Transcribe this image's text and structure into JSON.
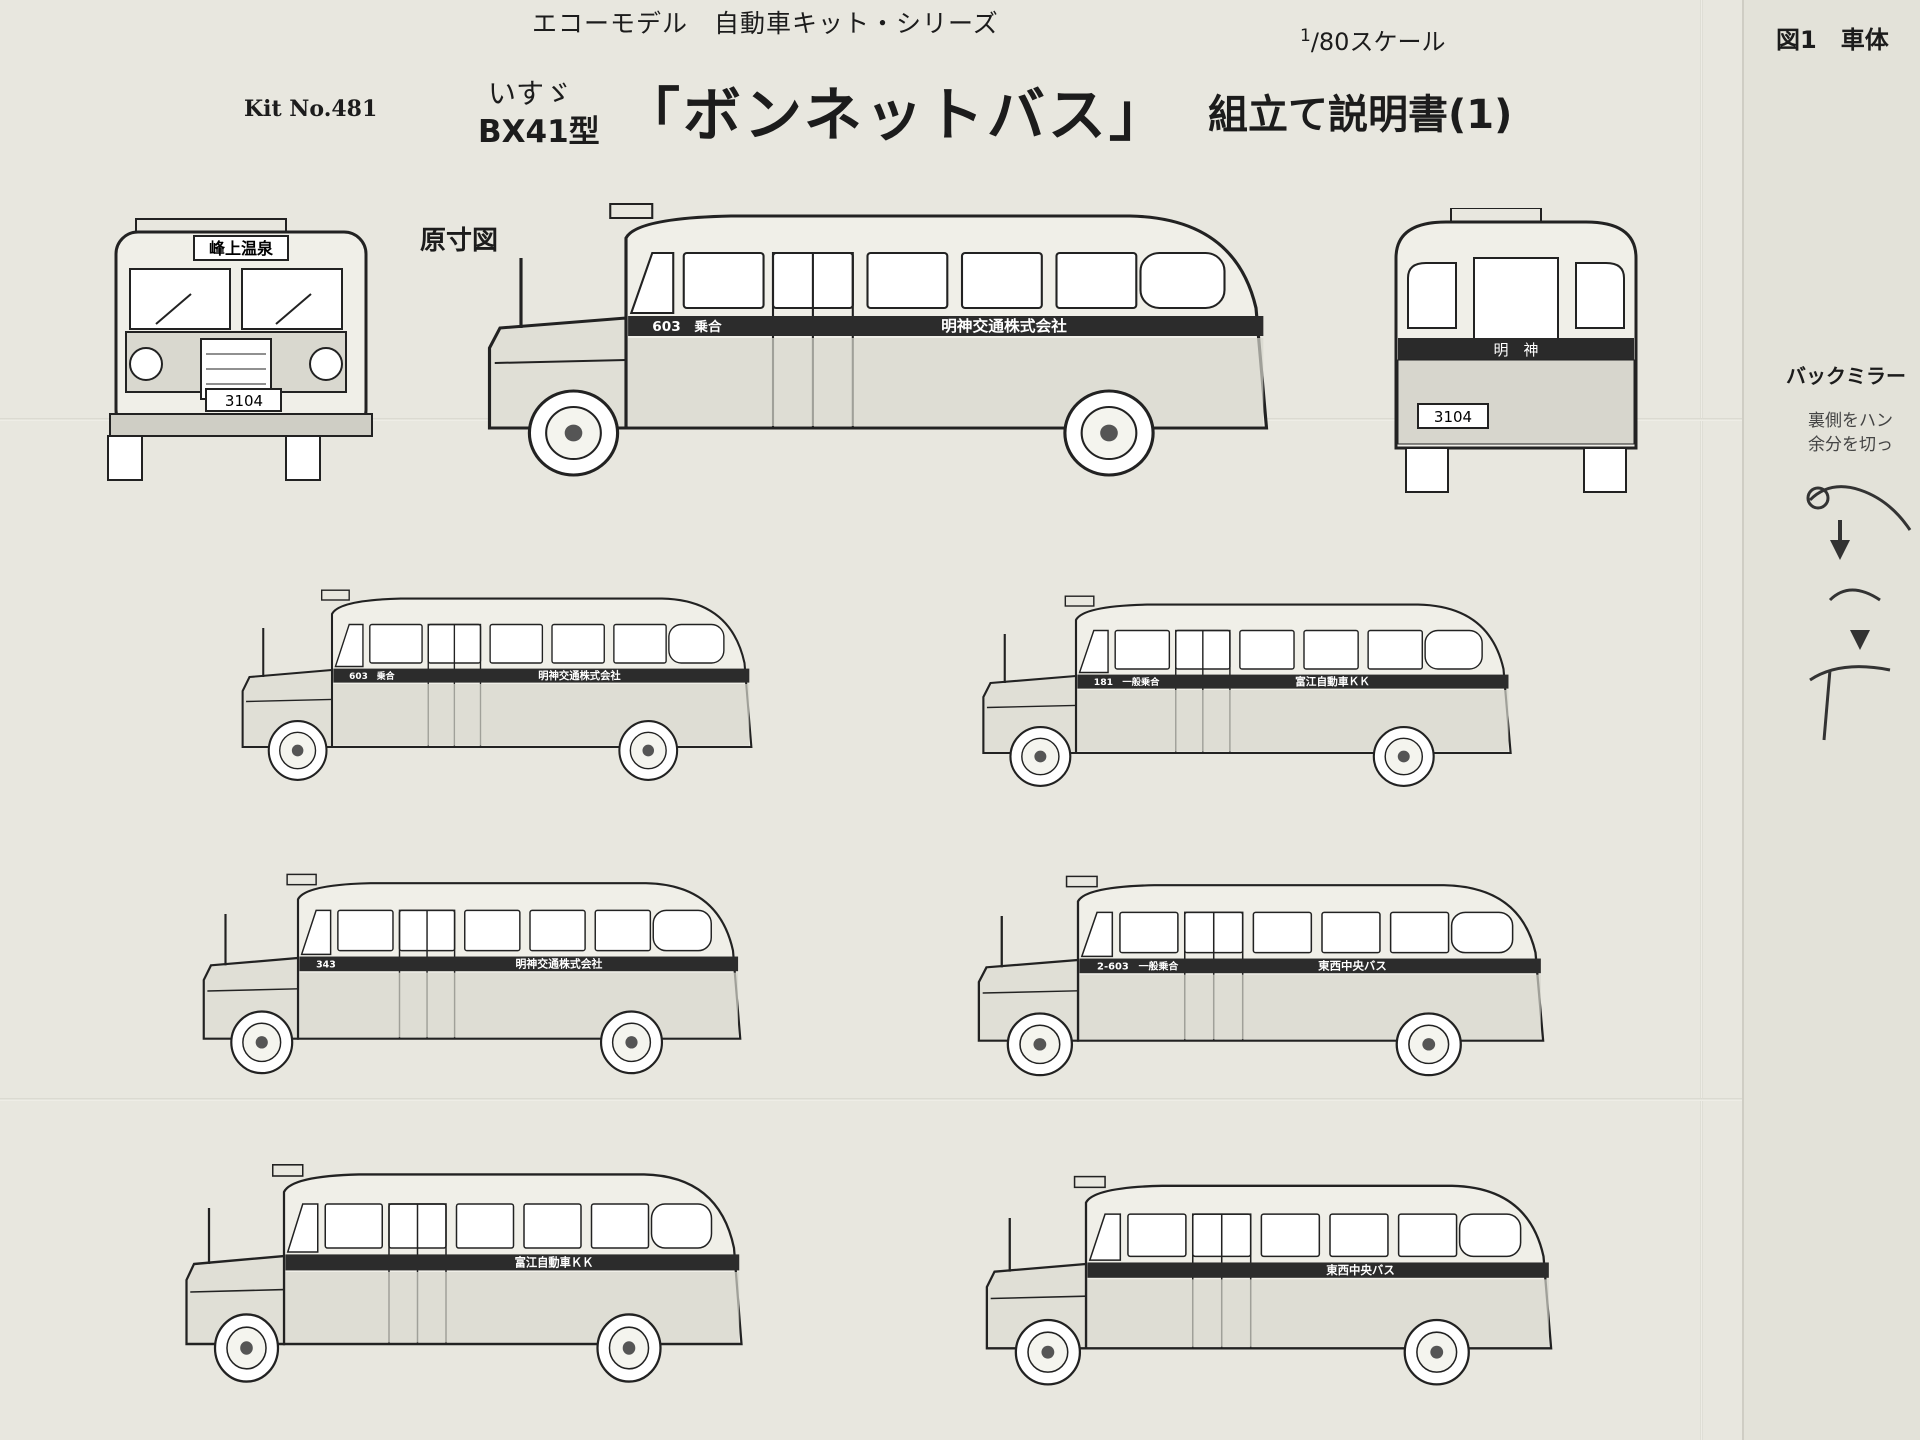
{
  "header": {
    "series": "エコーモデル　自動車キット・シリーズ",
    "scale_num": "1",
    "scale_rest": "/80スケール",
    "kit_no": "Kit No.481",
    "maker": "いすゞ",
    "model": "BX41型",
    "title": "「ボンネットバス」",
    "manual": "組立て説明書(1)",
    "full_size": "原寸図"
  },
  "right_sheet": {
    "fig_label": "図1　車体",
    "mirror_label": "バックミラー",
    "note1": "裏側をハン",
    "note2": "余分を切っ"
  },
  "views": {
    "front_dest": "峰上温泉",
    "front_plate": "3104",
    "rear_sign": "明　神",
    "rear_plate": "3104"
  },
  "buses": [
    {
      "num": "603",
      "kind": "乗合",
      "company": "明神交通株式会社"
    },
    {
      "num": "603",
      "kind": "乗合",
      "company": "明神交通株式会社"
    },
    {
      "num": "181",
      "kind": "一般乗合",
      "company": "富江自動車ＫＫ"
    },
    {
      "num": "343",
      "kind": "",
      "company": "明神交通株式会社"
    },
    {
      "num": "2-603",
      "kind": "一般乗合",
      "company": "東西中央バス"
    },
    {
      "num": "",
      "kind": "",
      "company": "富江自動車ＫＫ"
    },
    {
      "num": "",
      "kind": "",
      "company": "東西中央バス"
    }
  ]
}
